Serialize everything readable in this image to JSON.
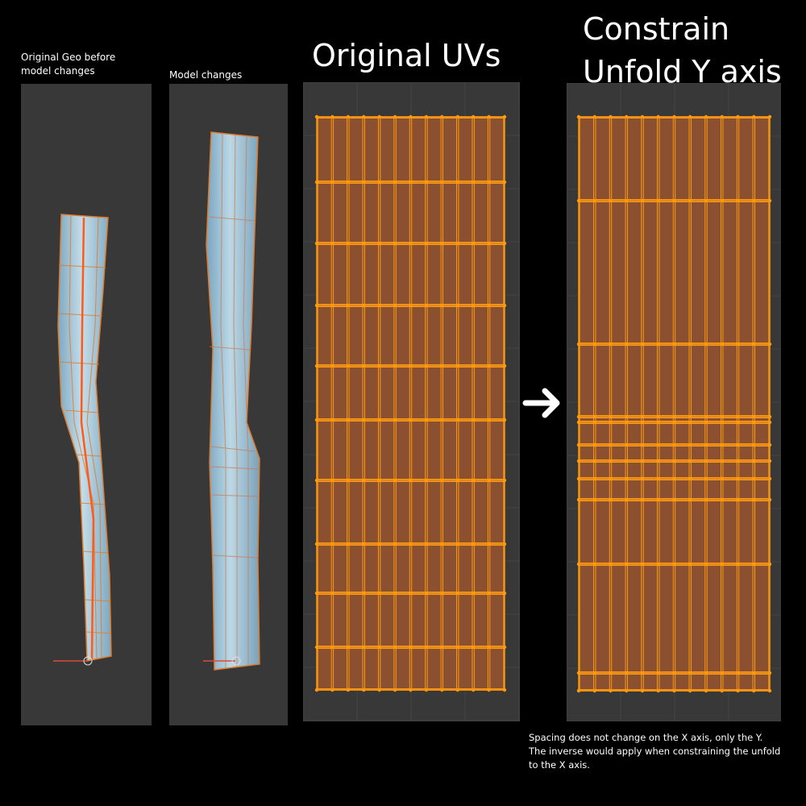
{
  "panels": {
    "original_geo": {
      "title": "Original Geo before\nmodel changes"
    },
    "model_changes": {
      "title": "Model changes"
    },
    "original_uvs": {
      "title": "Original UVs"
    },
    "constrain": {
      "title_line1": "Constrain",
      "title_line2": "Unfold Y axis"
    }
  },
  "arrow": {
    "icon": "right-arrow-icon"
  },
  "note": {
    "line1": "Spacing does not change on the X axis, only the Y.",
    "line2": "The inverse would apply when constraining the unfold",
    "line3": "to the X axis."
  },
  "colors": {
    "background": "#000000",
    "viewport": "#383838",
    "uv_face": "#8a5030",
    "uv_edge": "#ff9a10",
    "mesh_fill": "#9cc6dc",
    "mesh_edge": "#e07a2c"
  }
}
